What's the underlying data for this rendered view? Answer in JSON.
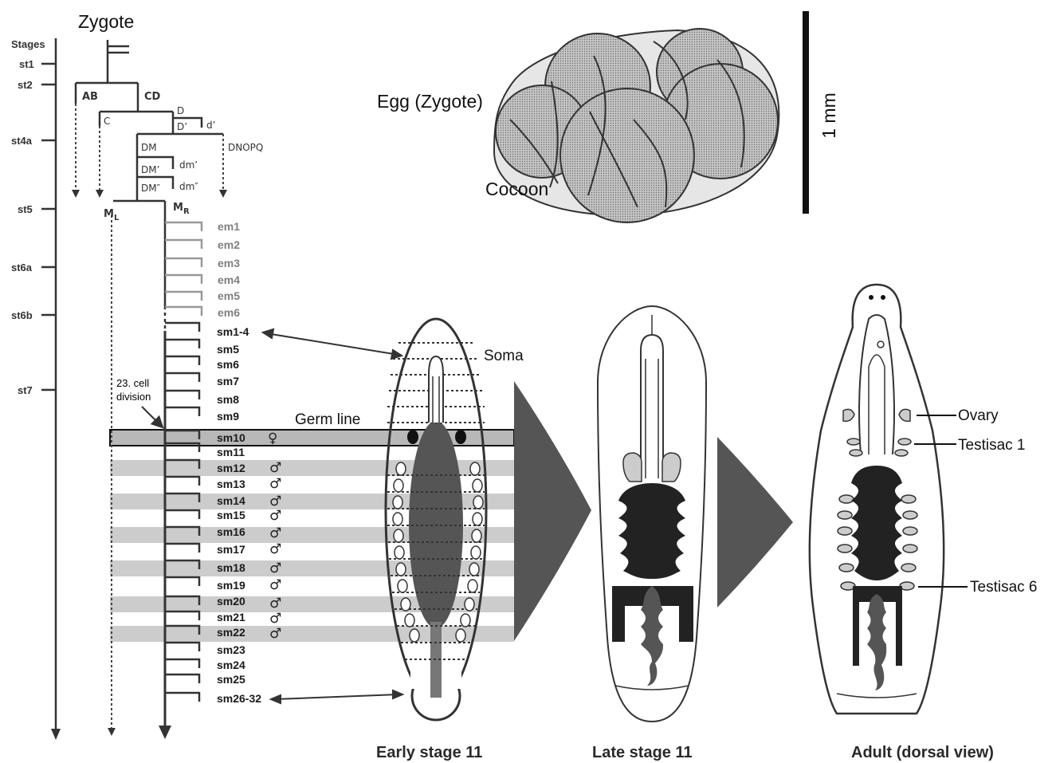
{
  "title": "Zygote",
  "stages_header": "Stages",
  "stages": [
    "st1",
    "st2",
    "st4a",
    "st5",
    "st6a",
    "st6b",
    "st7"
  ],
  "cells": {
    "ab": "AB",
    "cd": "CD",
    "c": "C",
    "d": "D",
    "d_prime": "D’",
    "d_small": "d’",
    "dm": "DM",
    "dnopq": "DNOPQ",
    "dm_prime": "DM’",
    "dm_small": "dm’",
    "dm_dprime": "DM″",
    "dm_small2": "dm″",
    "ml": "M",
    "ml_sub": "L",
    "mr": "M",
    "mr_sub": "R"
  },
  "em_labels": [
    "em1",
    "em2",
    "em3",
    "em4",
    "em5",
    "em6"
  ],
  "sm_labels": [
    "sm1-4",
    "sm5",
    "sm6",
    "sm7",
    "sm8",
    "sm9",
    "sm10",
    "sm11",
    "sm12",
    "sm13",
    "sm14",
    "sm15",
    "sm16",
    "sm17",
    "sm18",
    "sm19",
    "sm20",
    "sm21",
    "sm22",
    "sm23",
    "sm24",
    "sm25",
    "sm26-32"
  ],
  "symbols": {
    "female": "♀",
    "male": "♂"
  },
  "annotations": {
    "cell_division_line1": "23. cell",
    "cell_division_line2": "division",
    "germ_line": "Germ line",
    "soma": "Soma"
  },
  "egg": {
    "egg_label": "Egg (Zygote)",
    "cocoon_label": "Cocoon",
    "scale_label": "1 mm"
  },
  "adult_labels": {
    "ovary": "Ovary",
    "testisac1": "Testisac 1",
    "testisac6": "Testisac 6"
  },
  "captions": {
    "early": "Early stage 11",
    "late": "Late stage 11",
    "adult": "Adult (dorsal view)"
  },
  "colors": {
    "line": "#333333",
    "band": "#c8c8c8",
    "germ_dark": "#444444",
    "em_line": "#999999",
    "egg_fill": "#b3b3b3",
    "cocoon_fill": "#e6e6e6",
    "arrow_fill": "#555555"
  }
}
